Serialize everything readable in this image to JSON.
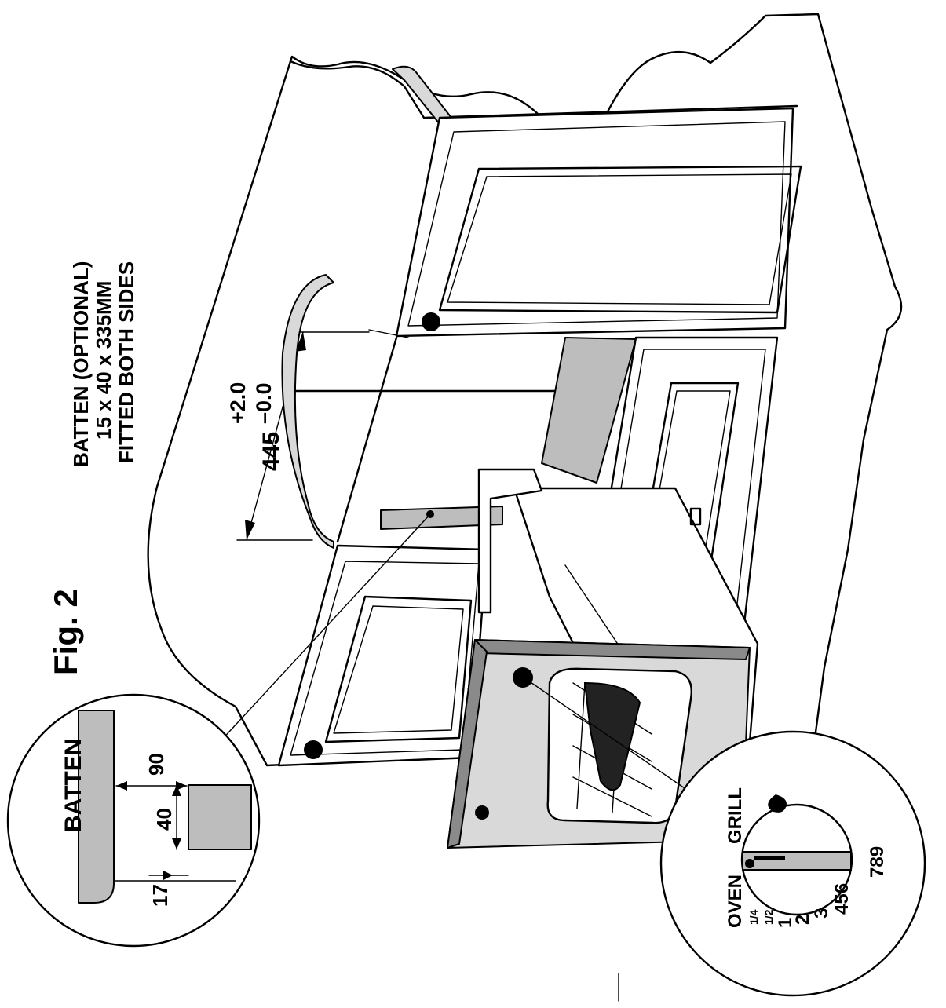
{
  "figure_label": "Fig. 2",
  "batten_note": {
    "line1": "BATTEN (OPTIONAL)",
    "line2": "15 x 40 x 335MM",
    "line3": "FITTED BOTH SIDES"
  },
  "opening_dimension": {
    "value": "445",
    "upper_tolerance": "+2.0",
    "lower_tolerance": "–0.0"
  },
  "batten_detail": {
    "title": "BATTEN",
    "dim_17": "17",
    "dim_40": "40",
    "dim_90": "90"
  },
  "control_knob": {
    "oven_label": "OVEN",
    "grill_label": "GRILL",
    "quarter": "1/4",
    "half": "1/2",
    "n1": "1",
    "n2": "2",
    "n3": "3",
    "n456": "456",
    "n789": "789"
  },
  "colors": {
    "ink": "#000000",
    "batten_fill": "#bdbdbd",
    "background": "#ffffff"
  }
}
